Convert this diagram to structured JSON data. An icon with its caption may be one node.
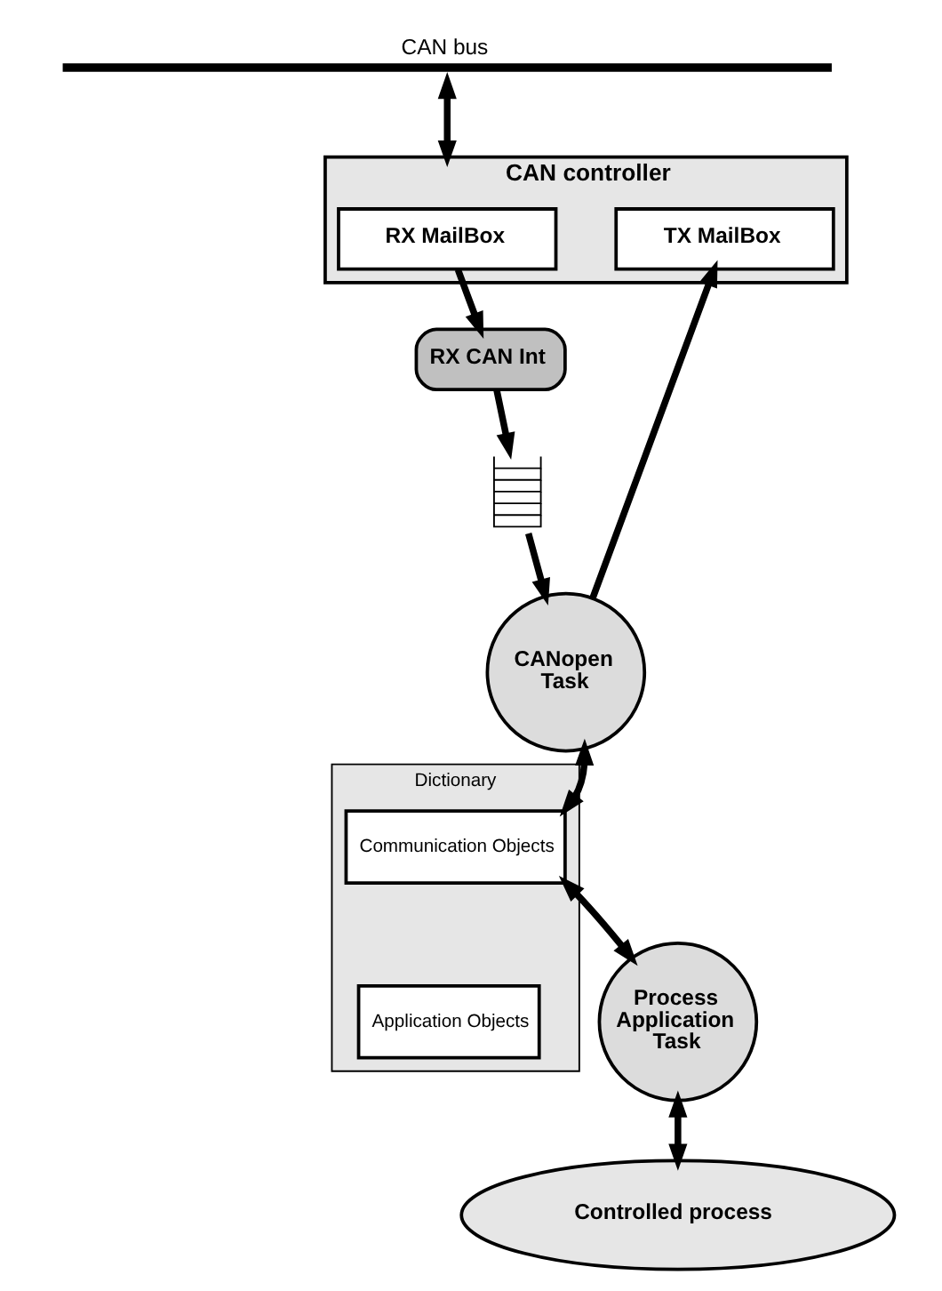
{
  "diagram": {
    "nodes": [
      {
        "text": [
          "CAN bus"
        ]
      },
      {
        "text": [
          "CAN controller"
        ]
      },
      {
        "text": [
          "RX MailBox"
        ],
        "in": 1
      },
      {
        "text": [
          "TX MailBox"
        ],
        "in": 1
      },
      {
        "text": [
          "RX CAN Int"
        ]
      },
      {
        "text": [],
        "shape": "queue"
      },
      {
        "text": [
          "CANopen Task"
        ]
      },
      {
        "text": [
          "Dictionary"
        ]
      },
      {
        "text": [
          "Communication Objects"
        ],
        "in": 7
      },
      {
        "text": [
          "Application Objects"
        ],
        "in": 7
      },
      {
        "text": [
          "Process Application Task"
        ]
      },
      {
        "text": [
          "Controlled process"
        ]
      }
    ],
    "edges": [
      {
        "from": 0,
        "to": 1,
        "arrow": "both"
      },
      {
        "from": 2,
        "to": 4,
        "arrow": "to"
      },
      {
        "from": 4,
        "to": 5,
        "arrow": "to"
      },
      {
        "from": 5,
        "to": 6,
        "arrow": "to"
      },
      {
        "from": 6,
        "to": 3,
        "arrow": "to"
      },
      {
        "from": 6,
        "to": 8,
        "arrow": "both"
      },
      {
        "from": 8,
        "to": 10,
        "arrow": "both"
      },
      {
        "from": 10,
        "to": 11,
        "arrow": "both"
      }
    ]
  }
}
